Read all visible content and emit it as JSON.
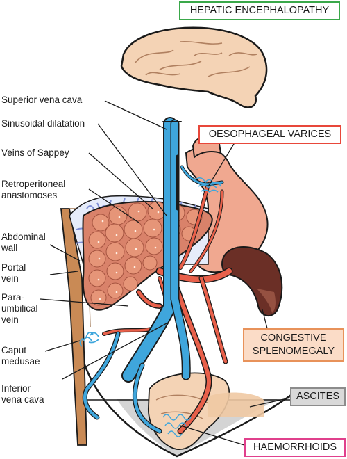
{
  "boxes": {
    "hepatic_encephalopathy": {
      "text": "HEPATIC ENCEPHALOPATHY",
      "border": "#3aa84a",
      "bg": "#ffffff"
    },
    "oesophageal_varices": {
      "text": "OESOPHAGEAL VARICES",
      "border": "#e8473a",
      "bg": "#ffffff"
    },
    "congestive_splenomegaly": {
      "line1": "CONGESTIVE",
      "line2": "SPLENOMEGALY",
      "border": "#e8925a",
      "bg": "#fbdcc7"
    },
    "ascites": {
      "text": "ASCITES",
      "border": "#8c8c8c",
      "bg": "#d9d9d9"
    },
    "haemorrhoids": {
      "text": "HAEMORRHOIDS",
      "border": "#e0408c",
      "bg": "#ffffff"
    }
  },
  "labels": {
    "superior_vena_cava": "Superior vena cava",
    "sinusoidal_dilatation": "Sinusoidal dilatation",
    "veins_of_sappey": "Veins of Sappey",
    "retroperitoneal_1": "Retroperitoneal",
    "retroperitoneal_2": "anastomoses",
    "abdominal_1": "Abdominal",
    "abdominal_2": "wall",
    "portal_1": "Portal",
    "portal_2": "vein",
    "para_1": "Para-",
    "para_2": "umbilical",
    "para_3": "vein",
    "caput_1": "Caput",
    "caput_2": "medusae",
    "ivc_1": "Inferior",
    "ivc_2": "vena cava"
  },
  "colors": {
    "vein_blue": "#3fa6dc",
    "artery_red": "#e8604a",
    "liver": "#d9826a",
    "stomach": "#f0a890",
    "spleen": "#6b2f26",
    "abdominal_wall": "#c98a55",
    "brain": "#f4d3b5",
    "ascites_fluid": "#d4d4d4"
  }
}
